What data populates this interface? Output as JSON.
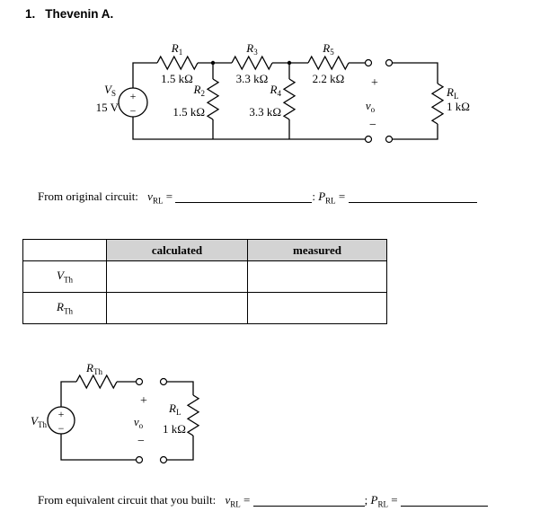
{
  "title": {
    "num": "1.",
    "text": "Thevenin A."
  },
  "circuit1": {
    "source": {
      "sym": "V",
      "sub": "S",
      "value": "15 V",
      "plus": "+",
      "minus": "−"
    },
    "r1": {
      "sym": "R",
      "sub": "1",
      "value": "1.5 kΩ"
    },
    "r2": {
      "sym": "R",
      "sub": "2",
      "value": "1.5 kΩ"
    },
    "r3": {
      "sym": "R",
      "sub": "3",
      "value": "3.3 kΩ"
    },
    "r4": {
      "sym": "R",
      "sub": "4",
      "value": "3.3 kΩ"
    },
    "r5": {
      "sym": "R",
      "sub": "5",
      "value": "2.2 kΩ"
    },
    "rl": {
      "sym": "R",
      "sub": "L",
      "value": "1 kΩ"
    },
    "vo": {
      "sym": "v",
      "sub": "o",
      "plus": "+",
      "minus": "−"
    }
  },
  "prompt1": {
    "lead": "From original circuit:",
    "v_sym": "v",
    "v_sub": "RL",
    "eq1": "=",
    "sep": ":",
    "p_sym": "P",
    "p_sub": "RL",
    "eq2": "="
  },
  "table": {
    "header_calculated": "calculated",
    "header_measured": "measured",
    "row_vth": {
      "sym": "V",
      "sub": "Th"
    },
    "row_rth": {
      "sym": "R",
      "sub": "Th"
    }
  },
  "circuit2": {
    "source": {
      "sym": "V",
      "sub": "Th",
      "plus": "+",
      "minus": "−"
    },
    "rth": {
      "sym": "R",
      "sub": "Th"
    },
    "vo": {
      "sym": "v",
      "sub": "o",
      "plus": "+",
      "minus": "−"
    },
    "rl": {
      "sym": "R",
      "sub": "L",
      "value": "1 kΩ"
    }
  },
  "prompt2": {
    "lead": "From equivalent circuit that you built:",
    "v_sym": "v",
    "v_sub": "RL",
    "eq1": "=",
    "sep": ";",
    "p_sym": "P",
    "p_sub": "RL",
    "eq2": "="
  }
}
